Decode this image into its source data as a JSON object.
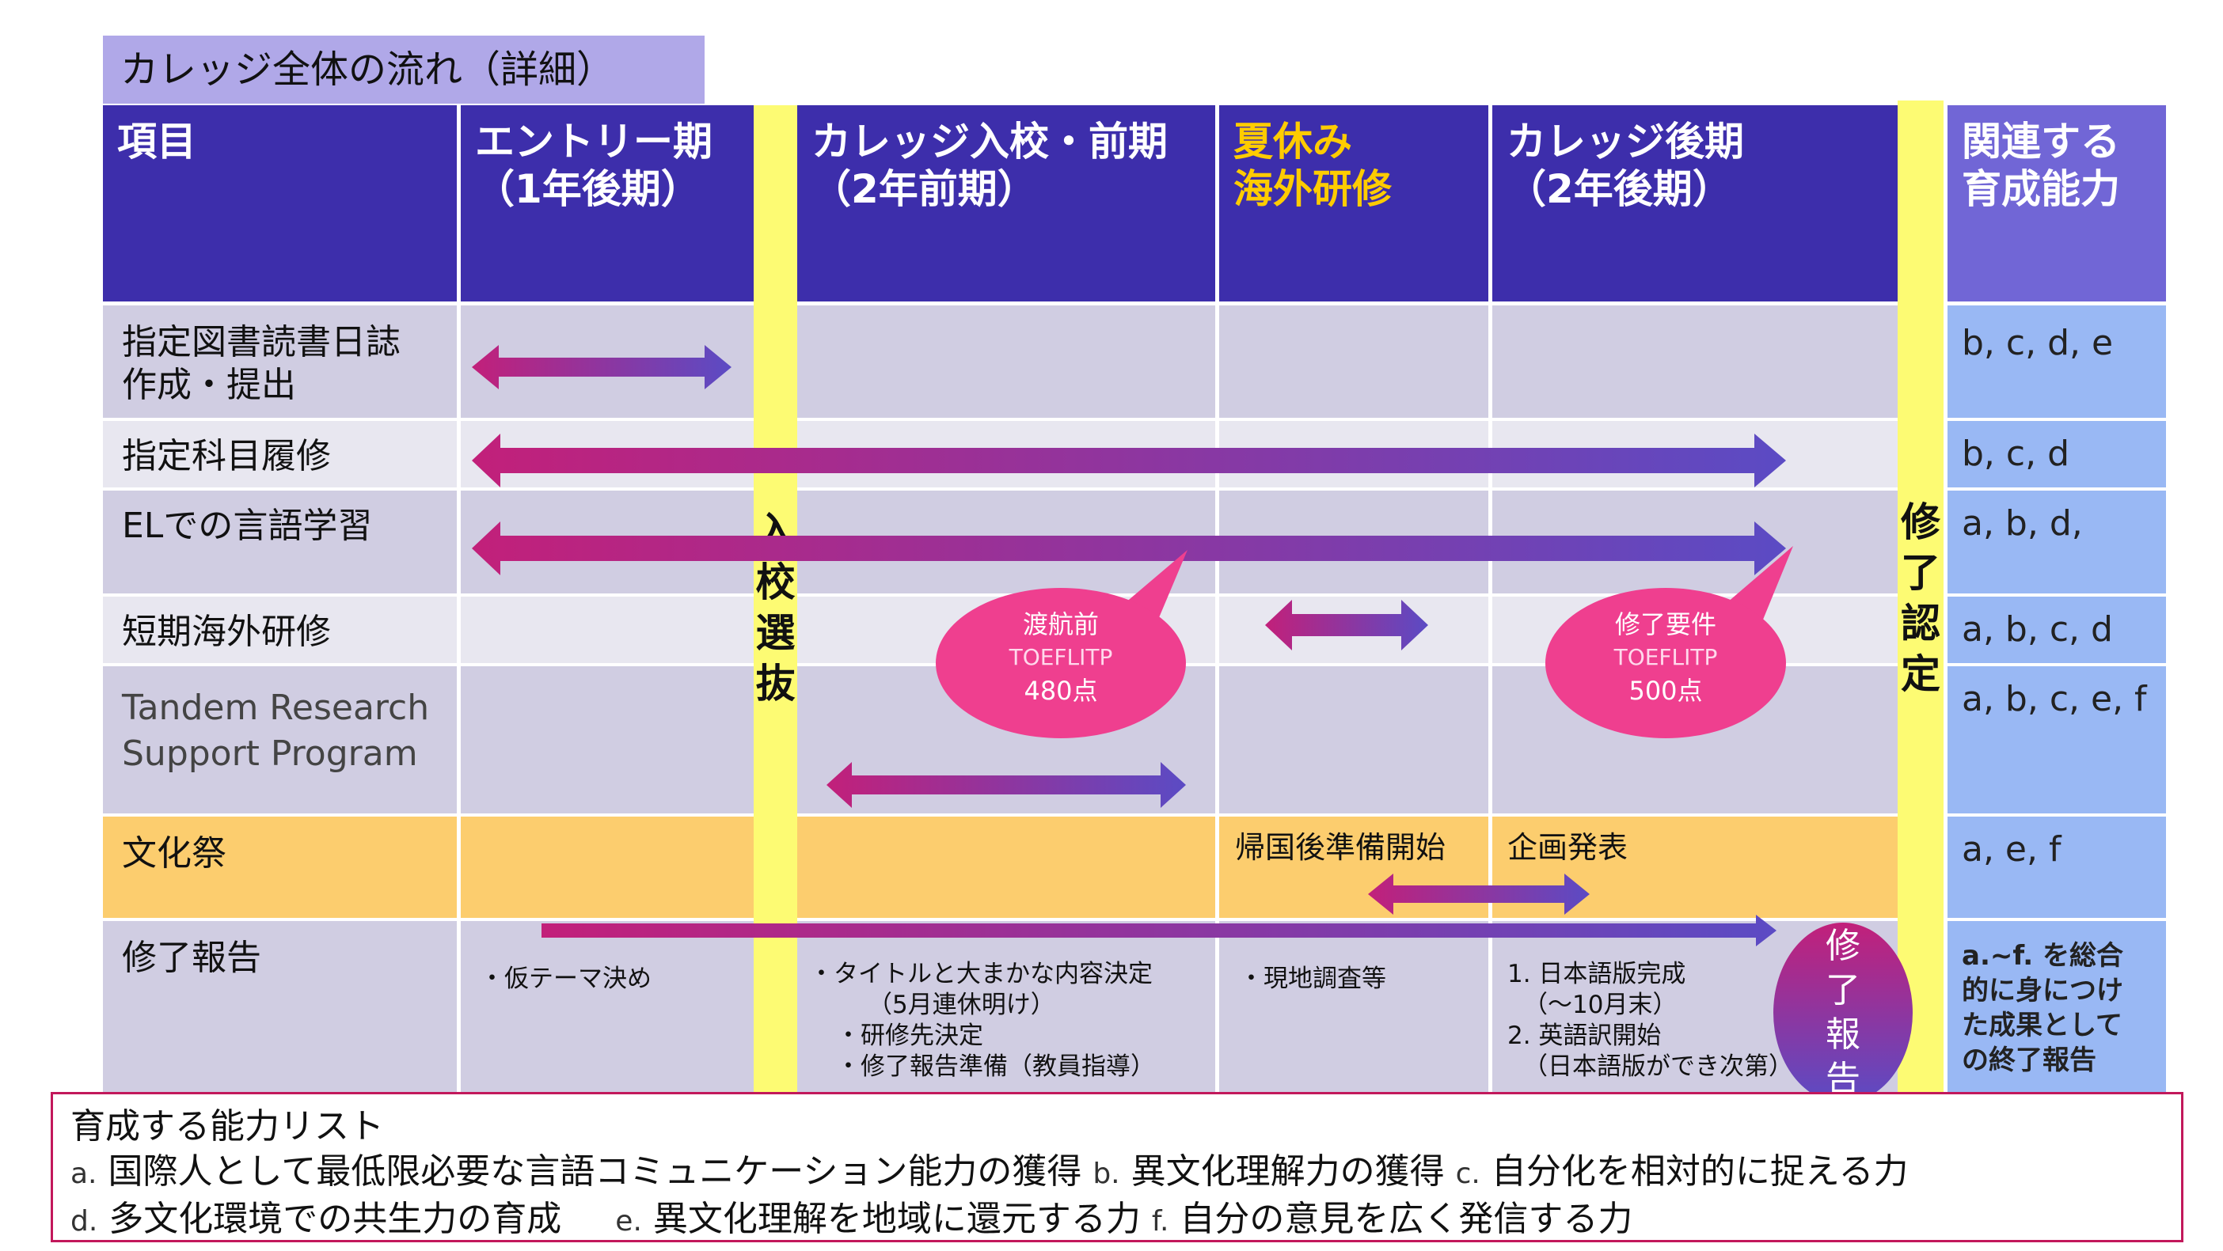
{
  "title": "カレッジ全体の流れ（詳細）",
  "headers": {
    "item": "項目",
    "entry": {
      "line1": "エントリー期",
      "line2": "（1年後期）"
    },
    "first": {
      "line1": "カレッジ入校・前期",
      "line2": "（2年前期）"
    },
    "summer": {
      "line1": "夏休み",
      "line2": "海外研修"
    },
    "second": {
      "line1": "カレッジ後期",
      "line2": "（2年後期）"
    },
    "skills": {
      "line1": "関連する",
      "line2": "育成能力"
    }
  },
  "rows": [
    {
      "label_line1": "指定図書読書日誌",
      "label_line2": "作成・提出",
      "skills": "b, c, d, e"
    },
    {
      "label_line1": "指定科目履修",
      "label_line2": "",
      "skills": "b, c, d"
    },
    {
      "label_line1": "ELでの言語学習",
      "label_line2": "",
      "skills": "a, b, d,"
    },
    {
      "label_line1": "短期海外研修",
      "label_line2": "",
      "skills": "a, b, c, d"
    },
    {
      "label_line1": "Tandem Research",
      "label_line2": "Support Program",
      "skills": "a, b, c, e, f"
    },
    {
      "label_line1": "文化祭",
      "label_line2": "",
      "skills": "a, e, f"
    },
    {
      "label_line1": "修了報告",
      "label_line2": "",
      "skills_lines": [
        "a.~f. を総合",
        "的に身につけ",
        "た成果として",
        "の終了報告"
      ]
    }
  ],
  "vertical_labels": {
    "selection": [
      "入",
      "校",
      "選",
      "抜"
    ],
    "certification": [
      "修",
      "了",
      "認",
      "定"
    ],
    "report": [
      "修",
      "了",
      "報",
      "告"
    ]
  },
  "bubbles": [
    {
      "title": "渡航前",
      "sub": "TOEFLITP",
      "score": "480点"
    },
    {
      "title": "修了要件",
      "sub": "TOEFLITP",
      "score": "500点"
    }
  ],
  "culture_notes": {
    "summer": "帰国後準備開始",
    "second": "企画発表"
  },
  "report_notes": {
    "entry": "・仮テーマ決め",
    "first": [
      "・タイトルと大まかな内容決定",
      "（5月連休明け）",
      "・研修先決定",
      "・修了報告準備（教員指導）"
    ],
    "summer": "・現地調査等",
    "second": [
      "1. 日本語版完成",
      "（～10月末）",
      "2. 英語訳開始",
      "（日本語版ができ次第）"
    ]
  },
  "legend": {
    "title": "育成する能力リスト",
    "line1": [
      {
        "key": "a.",
        "text": "国際人として最低限必要な言語コミュニケーション能力の獲得"
      },
      {
        "key": "b.",
        "text": "異文化理解力の獲得"
      },
      {
        "key": "c.",
        "text": "自分化を相対的に捉える力"
      }
    ],
    "line2": [
      {
        "key": "d.",
        "text": "多文化環境での共生力の育成"
      },
      {
        "key": "e.",
        "text": "異文化理解を地域に還元する力"
      },
      {
        "key": "f.",
        "text": "自分の意見を広く発信する力"
      }
    ]
  },
  "colors": {
    "header": "#3d2eab",
    "skills_header": "#7166d6",
    "skills_cell": "#99b8f4",
    "yellow_bar": "#fdfb73",
    "culture_row": "#fccd6e",
    "arrow_start": "#c2207a",
    "arrow_end": "#5b4bc4",
    "bubble": "#ef3f8f",
    "legend_border": "#c2185b"
  }
}
